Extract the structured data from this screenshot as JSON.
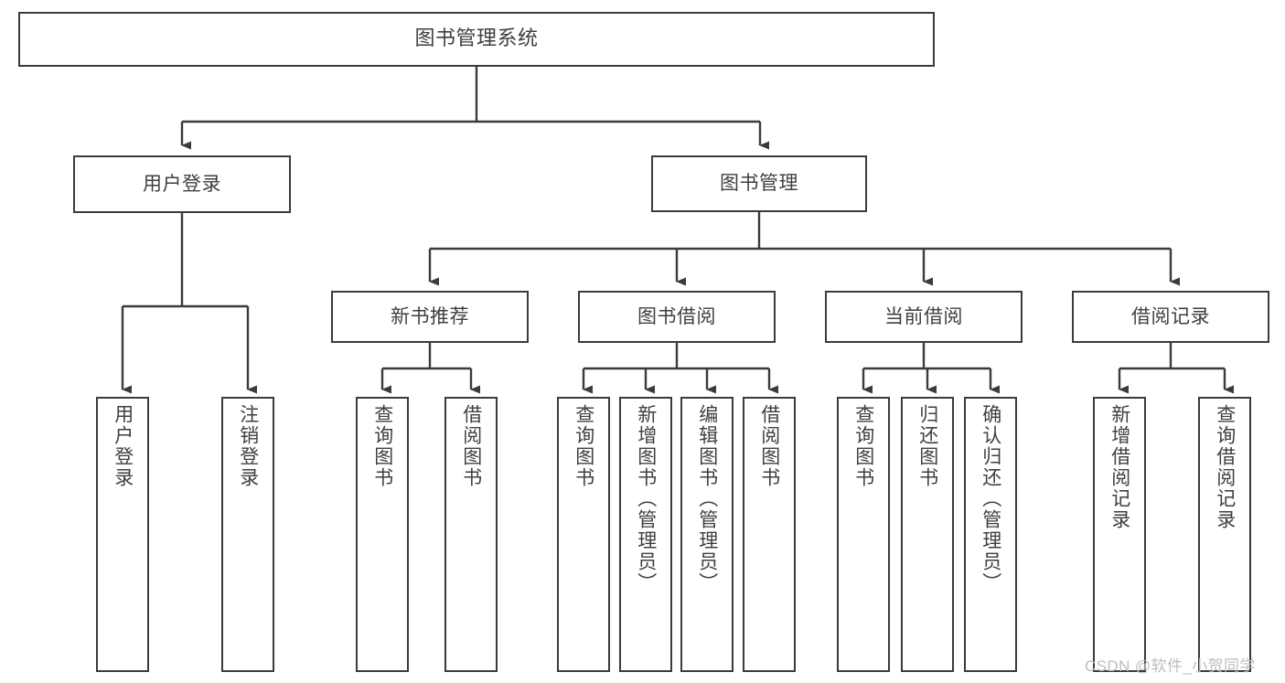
{
  "diagram": {
    "title": "图书管理系统",
    "type": "tree-hierarchy-diagram",
    "stroke_color": "#3b3b3b",
    "text_color": "#3f3f3f",
    "background_color": "#ffffff",
    "nodes": {
      "root": {
        "label": "图书管理系统",
        "level": 0
      },
      "user_login": {
        "label": "用户登录",
        "level": 1
      },
      "book_manage": {
        "label": "图书管理",
        "level": 1
      },
      "new_book_rec": {
        "label": "新书推荐",
        "level": 2
      },
      "book_borrow": {
        "label": "图书借阅",
        "level": 2
      },
      "current_borrow": {
        "label": "当前借阅",
        "level": 2
      },
      "borrow_record": {
        "label": "借阅记录",
        "level": 2
      },
      "leaf_user_login": {
        "label": "用户登录",
        "level": 2
      },
      "leaf_logout_login": {
        "label": "注销登录",
        "level": 2
      },
      "leaf_query_book_1": {
        "label": "查询图书",
        "level": 3
      },
      "leaf_borrow_book_1": {
        "label": "借阅图书",
        "level": 3
      },
      "leaf_query_book_2": {
        "label": "查询图书",
        "level": 3
      },
      "leaf_add_book_admin": {
        "label": "新增图书（管理员）",
        "level": 3
      },
      "leaf_edit_book_admin": {
        "label": "编辑图书（管理员）",
        "level": 3
      },
      "leaf_borrow_book_2": {
        "label": "借阅图书",
        "level": 3
      },
      "leaf_query_book_3": {
        "label": "查询图书",
        "level": 3
      },
      "leaf_return_book": {
        "label": "归还图书",
        "level": 3
      },
      "leaf_confirm_return_admin": {
        "label": "确认归还（管理员）",
        "level": 3
      },
      "leaf_add_borrow_record": {
        "label": "新增借阅记录",
        "level": 3
      },
      "leaf_query_borrow_record": {
        "label": "查询借阅记录",
        "level": 3
      }
    },
    "edges": [
      {
        "from": "root",
        "to": "user_login"
      },
      {
        "from": "root",
        "to": "book_manage"
      },
      {
        "from": "user_login",
        "to": "leaf_user_login"
      },
      {
        "from": "user_login",
        "to": "leaf_logout_login"
      },
      {
        "from": "book_manage",
        "to": "new_book_rec"
      },
      {
        "from": "book_manage",
        "to": "book_borrow"
      },
      {
        "from": "book_manage",
        "to": "current_borrow"
      },
      {
        "from": "book_manage",
        "to": "borrow_record"
      },
      {
        "from": "new_book_rec",
        "to": "leaf_query_book_1"
      },
      {
        "from": "new_book_rec",
        "to": "leaf_borrow_book_1"
      },
      {
        "from": "book_borrow",
        "to": "leaf_query_book_2"
      },
      {
        "from": "book_borrow",
        "to": "leaf_add_book_admin"
      },
      {
        "from": "book_borrow",
        "to": "leaf_edit_book_admin"
      },
      {
        "from": "book_borrow",
        "to": "leaf_borrow_book_2"
      },
      {
        "from": "current_borrow",
        "to": "leaf_query_book_3"
      },
      {
        "from": "current_borrow",
        "to": "leaf_return_book"
      },
      {
        "from": "current_borrow",
        "to": "leaf_confirm_return_admin"
      },
      {
        "from": "borrow_record",
        "to": "leaf_add_borrow_record"
      },
      {
        "from": "borrow_record",
        "to": "leaf_query_borrow_record"
      }
    ]
  },
  "watermark": {
    "text": "CSDN @软件_小贺同学"
  }
}
